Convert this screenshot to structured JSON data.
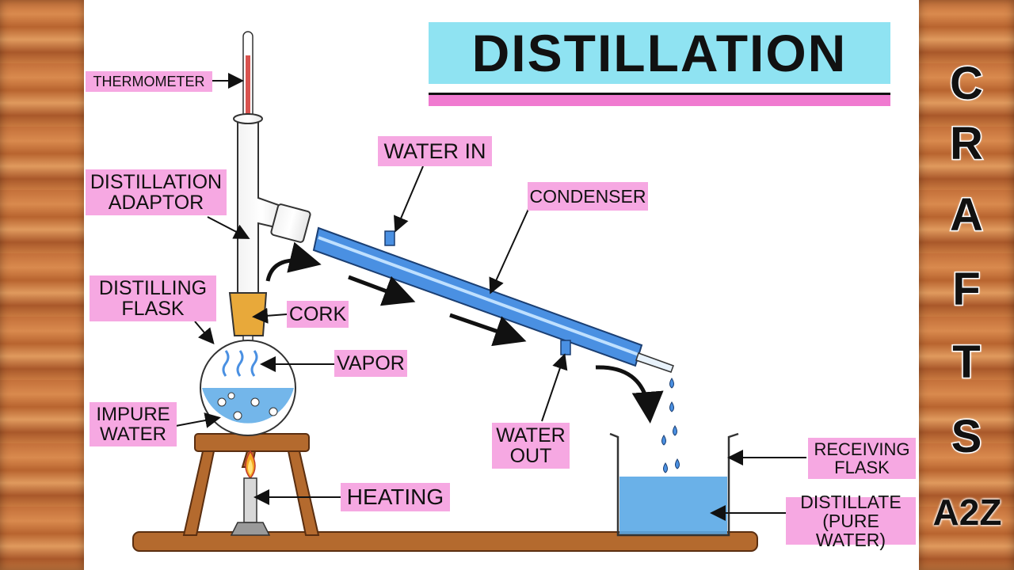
{
  "title": "DISTILLATION",
  "labels": {
    "thermometer": "THERMOMETER",
    "distillation_adaptor": "DISTILLATION\nADAPTOR",
    "distilling_flask": "DISTILLING\nFLASK",
    "cork": "CORK",
    "vapor": "VAPOR",
    "impure_water": "IMPURE\nWATER",
    "heating": "HEATING",
    "water_in": "WATER IN",
    "condenser": "CONDENSER",
    "water_out": "WATER\nOUT",
    "receiving_flask": "RECEIVING\nFLASK",
    "distillate": "DISTILLATE\n(PURE WATER)"
  },
  "brand": {
    "letters": [
      "C",
      "R",
      "A",
      "F",
      "T",
      "S"
    ],
    "suffix": "A2Z"
  },
  "colors": {
    "label_bg": "#f6a8e2",
    "title_bg": "#8fe3f2",
    "title_underline": "#f07ad0",
    "water": "#5aa9e6",
    "condenser": "#4a90e2",
    "cork": "#e8a93a",
    "wood_table": "#b46a2e"
  }
}
